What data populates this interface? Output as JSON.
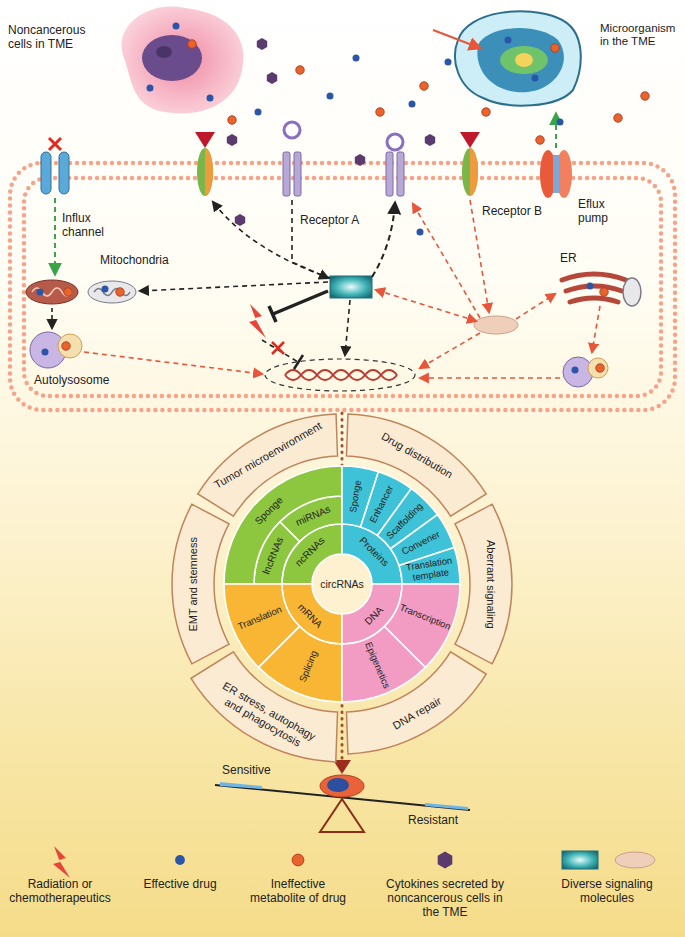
{
  "diagram": {
    "nodes": [
      {
        "text": [
          "Tumor microenvironment"
        ]
      },
      {
        "text": [
          "Drug distribution"
        ]
      },
      {
        "text": [
          "Aberrant signaling"
        ]
      },
      {
        "text": [
          "DNA repair"
        ]
      },
      {
        "text": [
          "ER stress, autophagy and phagocytosis"
        ]
      },
      {
        "text": [
          "EMT and stemness"
        ]
      },
      {
        "text": [
          "circRNAs"
        ]
      },
      {
        "text": [
          "ncRNAs"
        ]
      },
      {
        "text": [
          "Proteins"
        ]
      },
      {
        "text": [
          "mRNA"
        ]
      },
      {
        "text": [
          "DNA"
        ]
      },
      {
        "text": [
          "miRNAs"
        ]
      },
      {
        "text": [
          "lncRNAs"
        ]
      },
      {
        "text": [
          "Sponge"
        ]
      },
      {
        "text": [
          "Sponge"
        ]
      },
      {
        "text": [
          "Enhancer"
        ]
      },
      {
        "text": [
          "Scaffolding"
        ]
      },
      {
        "text": [
          "Convener"
        ]
      },
      {
        "text": [
          "Translation template"
        ]
      },
      {
        "text": [
          "Translation"
        ]
      },
      {
        "text": [
          "Splicing"
        ]
      },
      {
        "text": [
          "Transcription"
        ]
      },
      {
        "text": [
          "Epigenetics"
        ]
      }
    ],
    "labels": [
      "Noncancerous cells in TME",
      "Microorganism in the TME",
      "Influx channel",
      "Receptor A",
      "Receptor B",
      "Eflux pump",
      "Mitochondria",
      "ER",
      "Autolysosome",
      "Sensitive",
      "Resistant"
    ],
    "legend": [
      {
        "text": "Radiation or chemotherapeutics"
      },
      {
        "text": "Effective drug"
      },
      {
        "text": "Ineffective metabolite of drug"
      },
      {
        "text": "Cytokines secreted by noncancerous cells in the TME"
      },
      {
        "text": "Diverse signaling molecules"
      }
    ]
  }
}
